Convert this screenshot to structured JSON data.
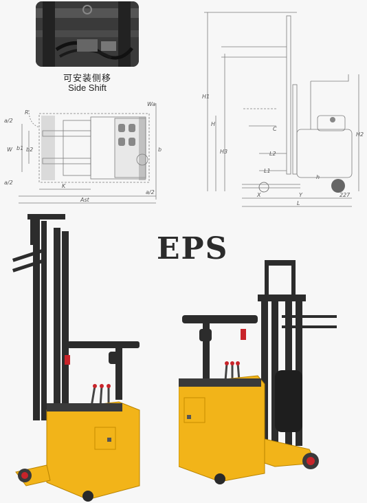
{
  "inset": {
    "caption_cn": "可安装侧移",
    "caption_en": "Side Shift"
  },
  "title": "EPS",
  "top_view_labels": {
    "R": "R",
    "Wa": "Wa",
    "W": "W",
    "b1": "b1",
    "b2": "b2",
    "b": "b",
    "K": "K",
    "Ast": "Ast",
    "a2": "a/2"
  },
  "side_view_labels": {
    "H1": "H1",
    "H": "H",
    "H3": "H3",
    "H2": "H2",
    "C": "C",
    "L2": "L2",
    "L1": "L1",
    "X": "X",
    "Y": "Y",
    "L": "L",
    "dim227": "227",
    "h": "h"
  },
  "colors": {
    "truck_yellow": "#f2b419",
    "mast_black": "#2c2c2c",
    "wheel_red": "#c8242a",
    "drawing_line": "#7a7a7a"
  }
}
